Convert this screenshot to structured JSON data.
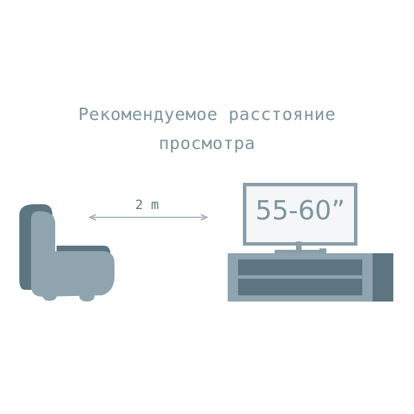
{
  "title": {
    "line1": "Рекомендуемое расстояние",
    "line2": "просмотра"
  },
  "distance_label": "2 m",
  "screen_size_label": "55-60”",
  "colors": {
    "text": "#7f959e",
    "dark_slate": "#5d7580",
    "light_slate": "#8fa4ae",
    "screen_bg": "#f4f6f7",
    "tv_frame": "#8a9ea8"
  },
  "icons": [
    "armchair-icon",
    "double-arrow-icon",
    "television-icon",
    "tv-stand-icon"
  ]
}
